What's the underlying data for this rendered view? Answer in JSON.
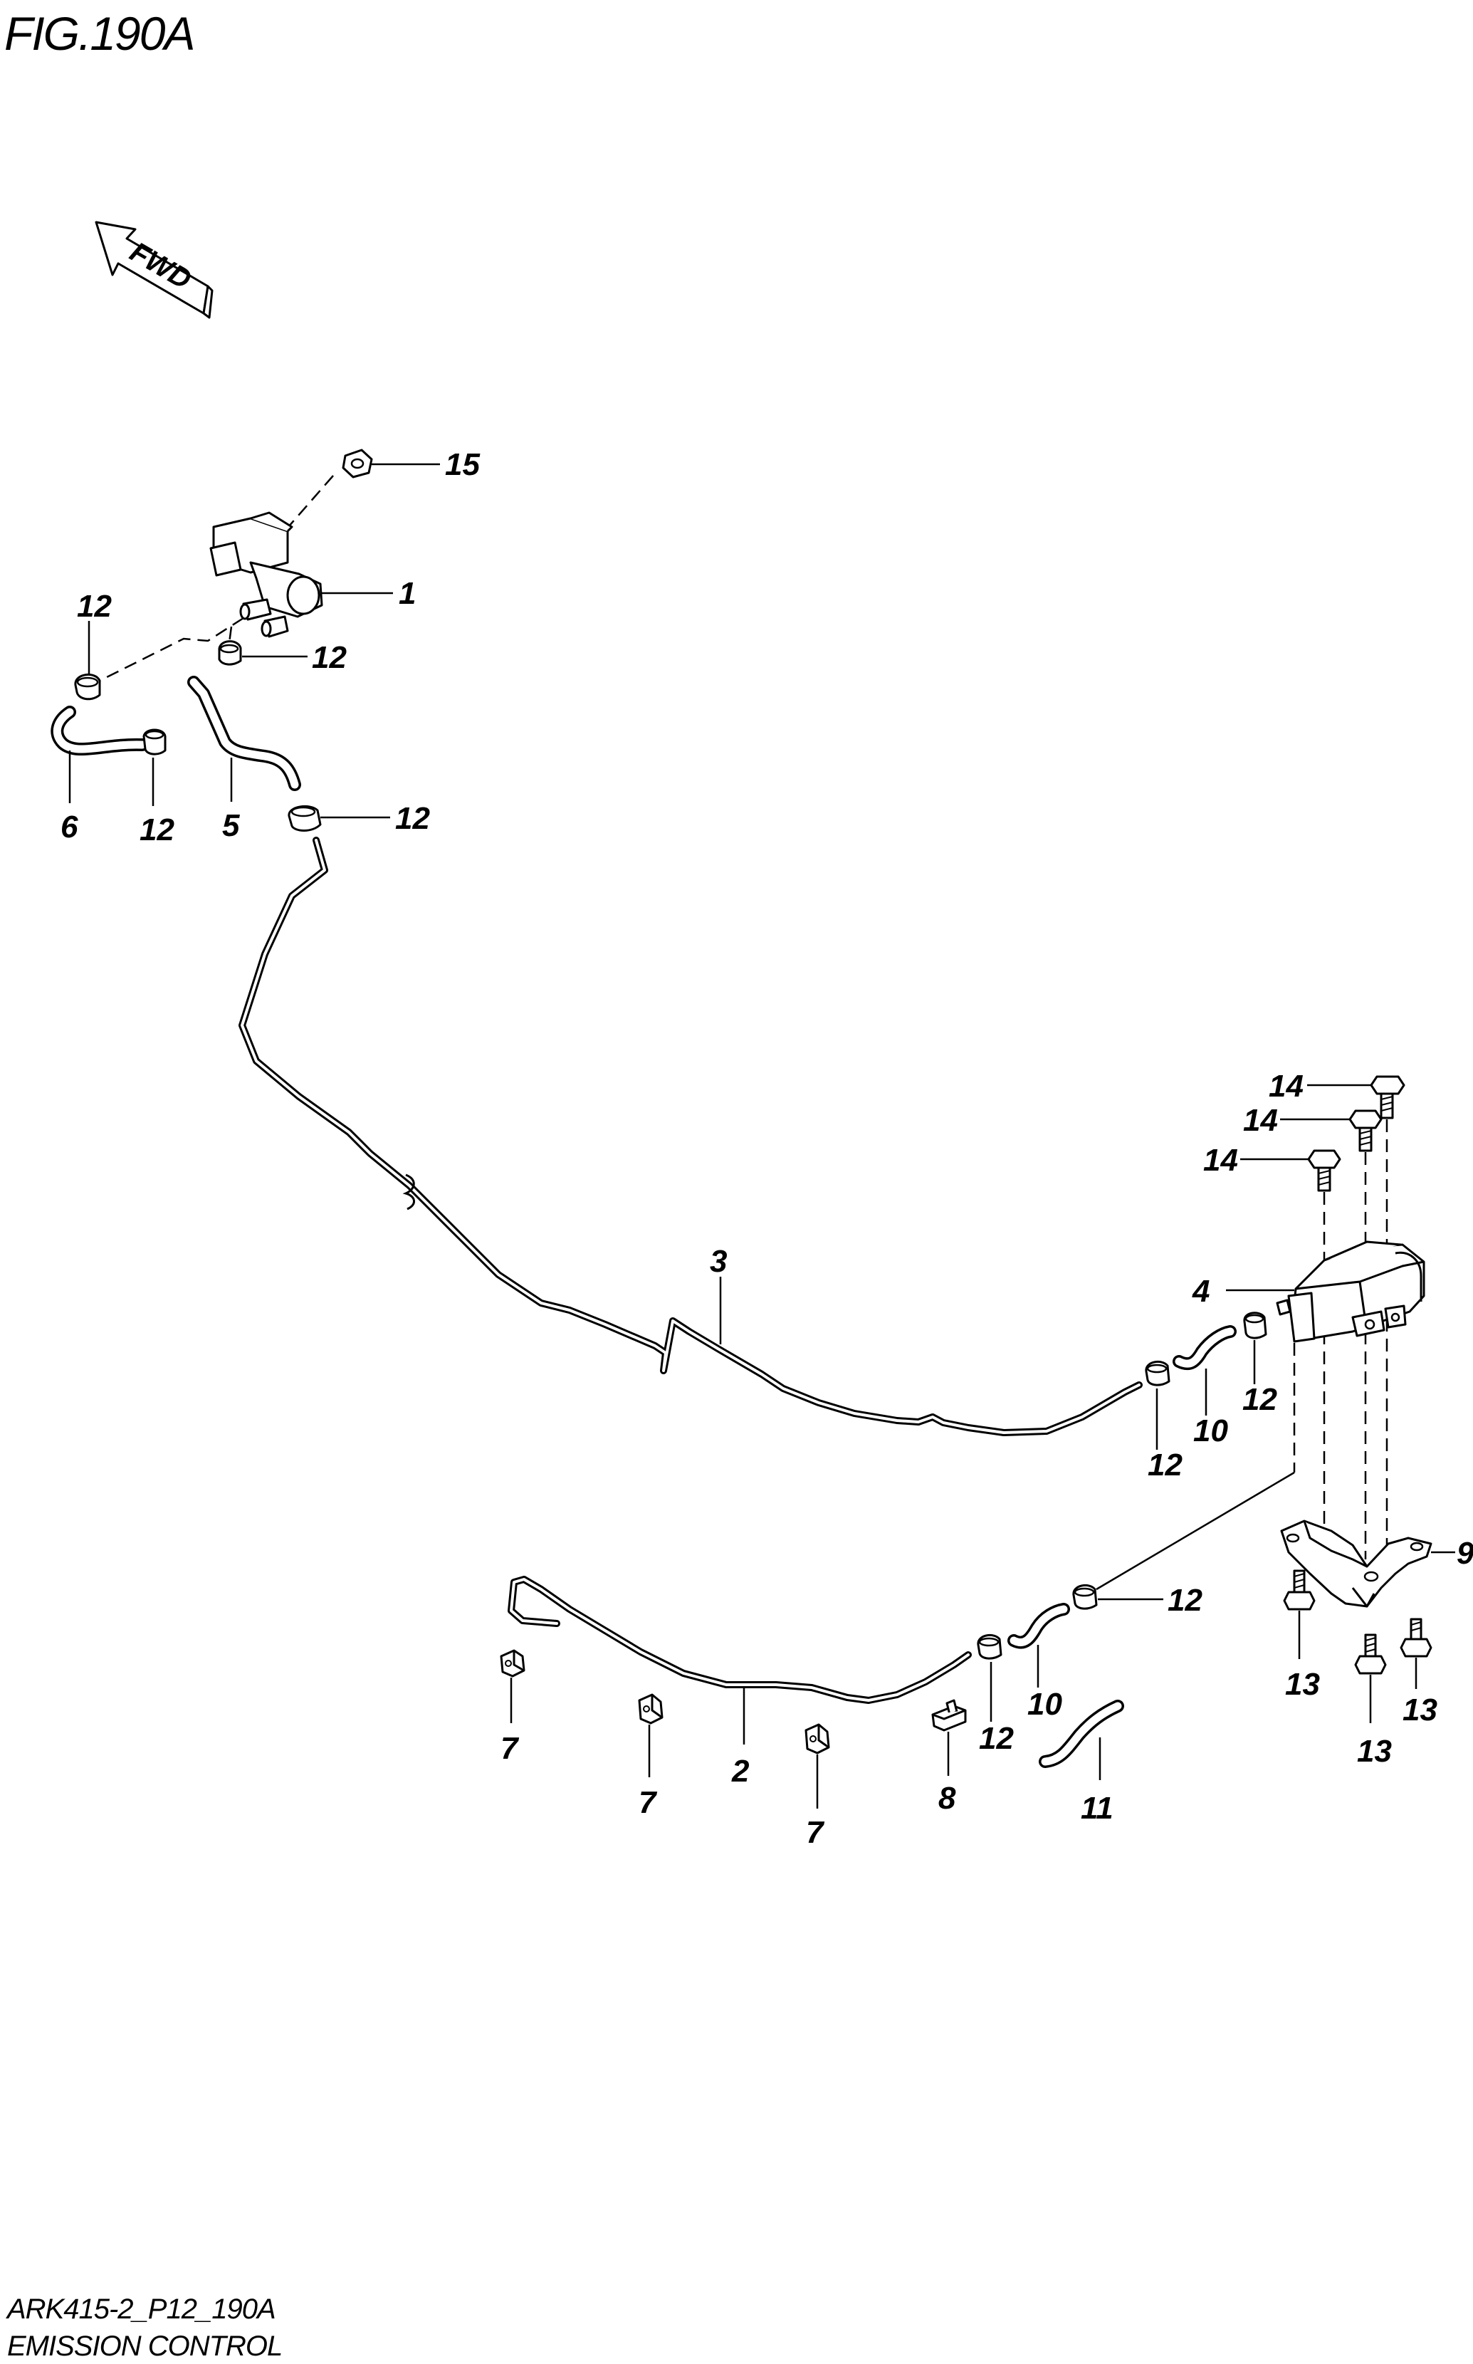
{
  "figure": {
    "title": "FIG.190A",
    "fwd_label": "FWD",
    "code": "ARK415-2_P12_190A",
    "name": "EMISSION CONTROL"
  },
  "callouts": {
    "c15": "15",
    "c1": "1",
    "c12a": "12",
    "c12b": "12",
    "c6": "6",
    "c12c": "12",
    "c5": "5",
    "c12d": "12",
    "c3": "3",
    "c14a": "14",
    "c14b": "14",
    "c14c": "14",
    "c4": "4",
    "c12e": "12",
    "c10a": "10",
    "c12f": "12",
    "c9": "9",
    "c12g": "12",
    "c13a": "13",
    "c13b": "13",
    "c13c": "13",
    "c7a": "7",
    "c7b": "7",
    "c2": "2",
    "c7c": "7",
    "c8": "8",
    "c12h": "12",
    "c10b": "10",
    "c11": "11"
  },
  "icons": {
    "fwd_arrow": "fwd-arrow-icon"
  }
}
